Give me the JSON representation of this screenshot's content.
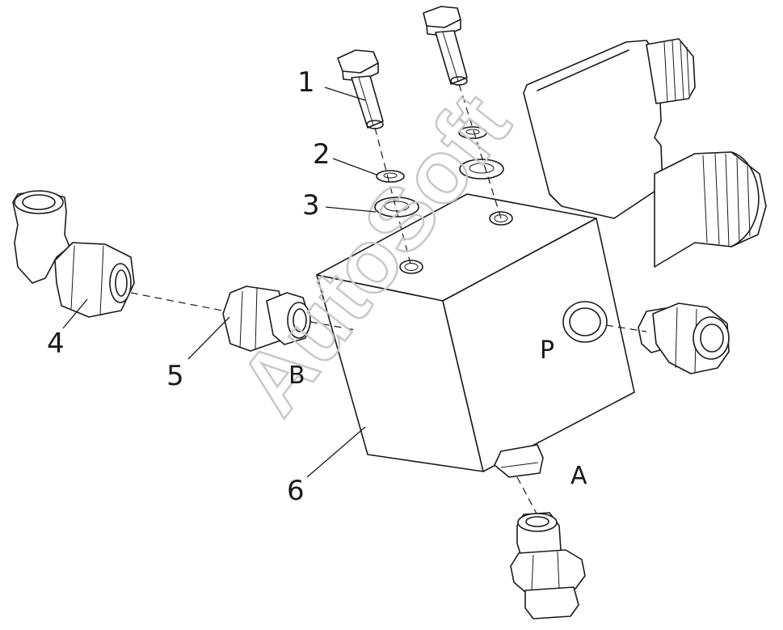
{
  "callouts": [
    {
      "id": "bolt",
      "label": "1"
    },
    {
      "id": "spring-washer",
      "label": "2"
    },
    {
      "id": "flat-washer",
      "label": "3"
    },
    {
      "id": "elbow-fitting",
      "label": "4"
    },
    {
      "id": "straight-fitting",
      "label": "5"
    },
    {
      "id": "valve-body",
      "label": "6"
    }
  ],
  "ports": {
    "b": "B",
    "p": "P",
    "a": "A"
  },
  "watermark": "AutoSoft"
}
